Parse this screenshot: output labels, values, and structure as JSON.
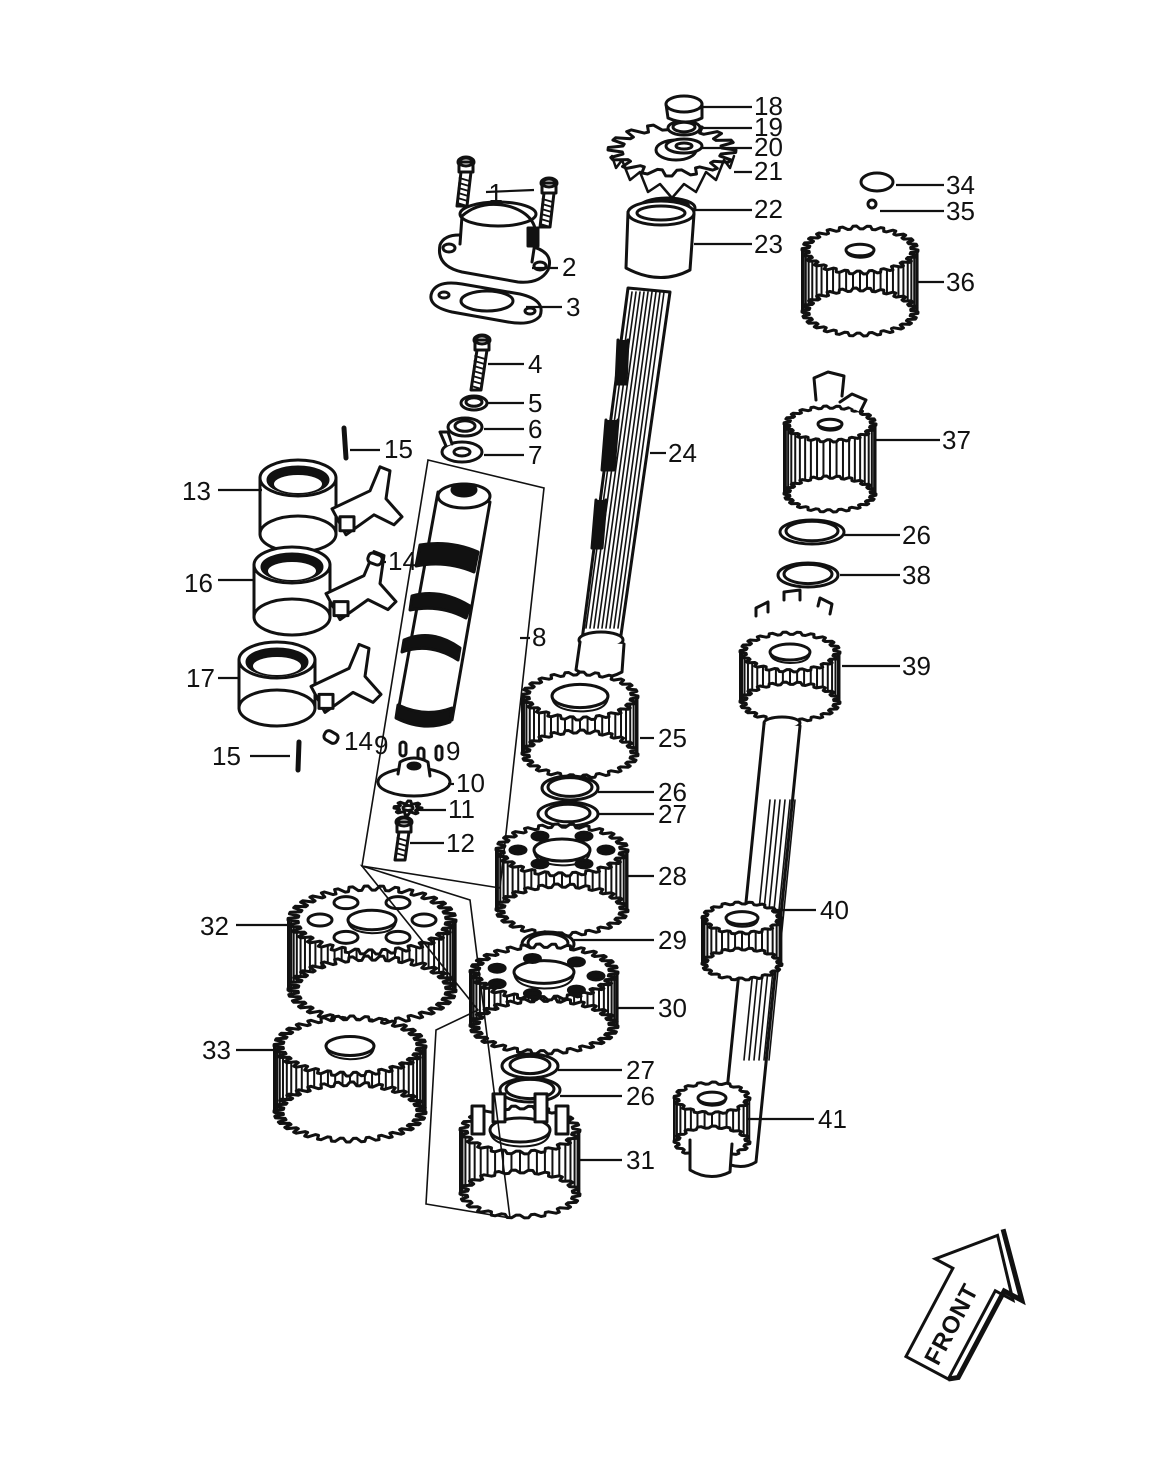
{
  "diagram": {
    "front_label": "FRONT",
    "callouts": [
      {
        "id": "c1",
        "label": "1"
      },
      {
        "id": "c2",
        "label": "2"
      },
      {
        "id": "c3",
        "label": "3"
      },
      {
        "id": "c4",
        "label": "4"
      },
      {
        "id": "c5",
        "label": "5"
      },
      {
        "id": "c6",
        "label": "6"
      },
      {
        "id": "c7",
        "label": "7"
      },
      {
        "id": "c8",
        "label": "8"
      },
      {
        "id": "c9a",
        "label": "9"
      },
      {
        "id": "c9b",
        "label": "9"
      },
      {
        "id": "c10",
        "label": "10"
      },
      {
        "id": "c11",
        "label": "11"
      },
      {
        "id": "c12",
        "label": "12"
      },
      {
        "id": "c13",
        "label": "13"
      },
      {
        "id": "c14a",
        "label": "14"
      },
      {
        "id": "c14b",
        "label": "14"
      },
      {
        "id": "c15a",
        "label": "15"
      },
      {
        "id": "c15b",
        "label": "15"
      },
      {
        "id": "c16",
        "label": "16"
      },
      {
        "id": "c17",
        "label": "17"
      },
      {
        "id": "c18",
        "label": "18"
      },
      {
        "id": "c19",
        "label": "19"
      },
      {
        "id": "c20",
        "label": "20"
      },
      {
        "id": "c21",
        "label": "21"
      },
      {
        "id": "c22",
        "label": "22"
      },
      {
        "id": "c23",
        "label": "23"
      },
      {
        "id": "c24",
        "label": "24"
      },
      {
        "id": "c25",
        "label": "25"
      },
      {
        "id": "c26a",
        "label": "26"
      },
      {
        "id": "c26b",
        "label": "26"
      },
      {
        "id": "c26c",
        "label": "26"
      },
      {
        "id": "c27a",
        "label": "27"
      },
      {
        "id": "c27b",
        "label": "27"
      },
      {
        "id": "c28",
        "label": "28"
      },
      {
        "id": "c29",
        "label": "29"
      },
      {
        "id": "c30",
        "label": "30"
      },
      {
        "id": "c31",
        "label": "31"
      },
      {
        "id": "c32",
        "label": "32"
      },
      {
        "id": "c33",
        "label": "33"
      },
      {
        "id": "c34",
        "label": "34"
      },
      {
        "id": "c35",
        "label": "35"
      },
      {
        "id": "c36",
        "label": "36"
      },
      {
        "id": "c37",
        "label": "37"
      },
      {
        "id": "c38",
        "label": "38"
      },
      {
        "id": "c39",
        "label": "39"
      },
      {
        "id": "c40",
        "label": "40"
      },
      {
        "id": "c41",
        "label": "41"
      }
    ]
  }
}
